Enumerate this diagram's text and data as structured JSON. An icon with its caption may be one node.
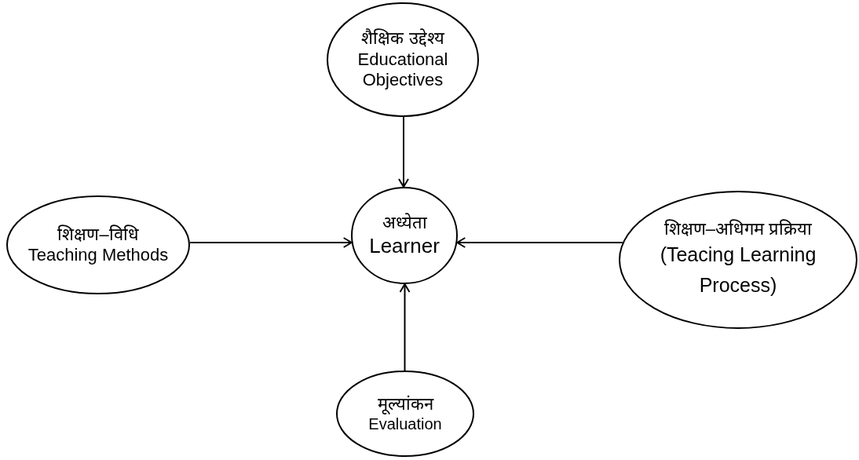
{
  "diagram": {
    "nodes": [
      {
        "text": [
          "शैक्षिक उद्देश्य",
          "Educational Objectives"
        ]
      },
      {
        "text": [
          "शिक्षण–विधि",
          "Teaching Methods"
        ]
      },
      {
        "text": [
          "अध्येता",
          "Learner"
        ]
      },
      {
        "text": [
          "शिक्षण–अधिगम प्रक्रिया",
          "(Teacing Learning Process)"
        ]
      },
      {
        "text": [
          "मूल्यांकन",
          "Evaluation"
        ]
      }
    ],
    "edges": [
      {
        "from": 0,
        "to": 2,
        "arrow": "to"
      },
      {
        "from": 1,
        "to": 2,
        "arrow": "to"
      },
      {
        "from": 3,
        "to": 2,
        "arrow": "to"
      },
      {
        "from": 4,
        "to": 2,
        "arrow": "to"
      }
    ]
  }
}
